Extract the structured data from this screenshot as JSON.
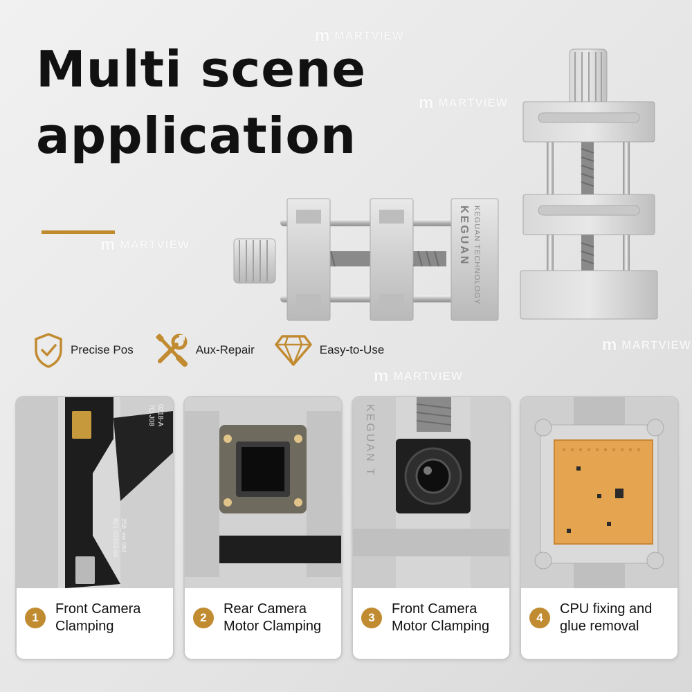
{
  "title": {
    "line1": "Multi scene",
    "line2": "application"
  },
  "watermark": {
    "logo": "m",
    "brand": "MARTVIEW"
  },
  "product": {
    "engraving_brand": "KEGUAN",
    "engraving_tagline": "KEGUAN TECHNOLOGY"
  },
  "features": [
    {
      "icon": "shield-check-icon",
      "label": "Precise Pos"
    },
    {
      "icon": "wrench-screwdriver-icon",
      "label": "Aux-Repair"
    },
    {
      "icon": "diamond-icon",
      "label": "Easy-to-Use"
    }
  ],
  "cards": [
    {
      "number": "1",
      "line1": "Front Camera",
      "line2": "Clamping",
      "photo_text": [
        "0218-A",
        "7D J08",
        "256_mk 064",
        "821-03153-04"
      ]
    },
    {
      "number": "2",
      "line1": "Rear Camera",
      "line2": "Motor Clamping"
    },
    {
      "number": "3",
      "line1": "Front Camera",
      "line2": "Motor Clamping",
      "photo_text": [
        "KEGUAN T"
      ]
    },
    {
      "number": "4",
      "line1": "CPU fixing and",
      "line2": "glue removal"
    }
  ],
  "colors": {
    "accent": "#c18b31",
    "title": "#111111",
    "background": "#e8e8e8",
    "card_border": "#c9c9c9"
  }
}
